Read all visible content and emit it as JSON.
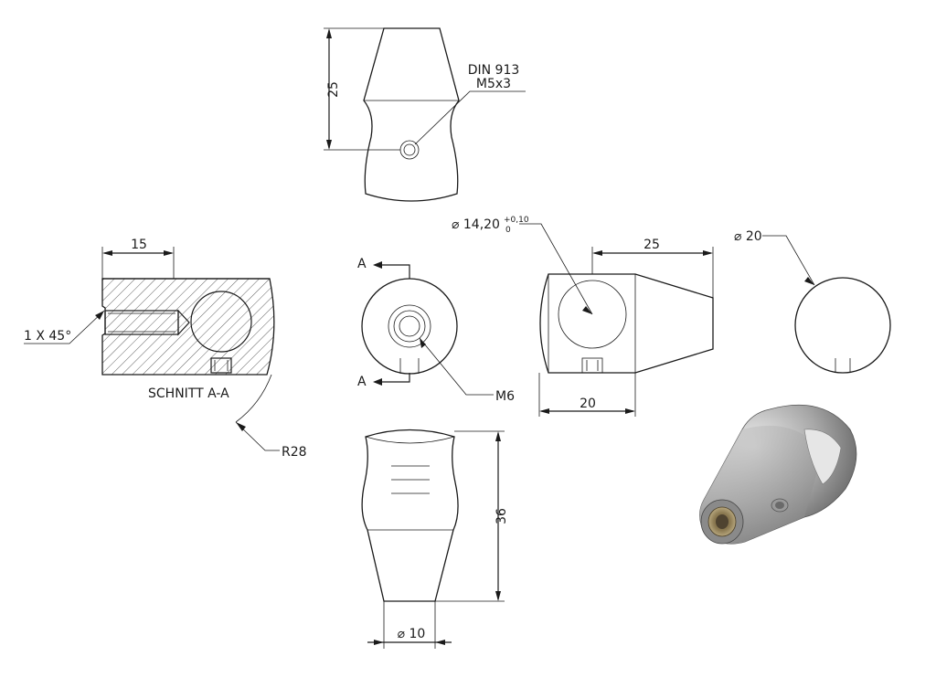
{
  "drawing": {
    "top_view": {
      "height_dim": "25",
      "callout_line1": "DIN 913",
      "callout_line2": "M5x3"
    },
    "section": {
      "depth_dim": "15",
      "chamfer": "1 X 45°",
      "label": "SCHNITT A-A",
      "radius": "R28"
    },
    "front_view": {
      "cut_label_top": "A",
      "cut_label_bottom": "A",
      "thread": "M6"
    },
    "side_view": {
      "bore_prefix": "⌀ 14,20",
      "tol_upper": "+0,10",
      "tol_lower": "0",
      "taper_dim": "25",
      "width_dim": "20"
    },
    "end_view": {
      "diameter": "⌀ 20"
    },
    "bottom_view": {
      "height_dim": "36",
      "diameter": "⌀ 10"
    }
  }
}
